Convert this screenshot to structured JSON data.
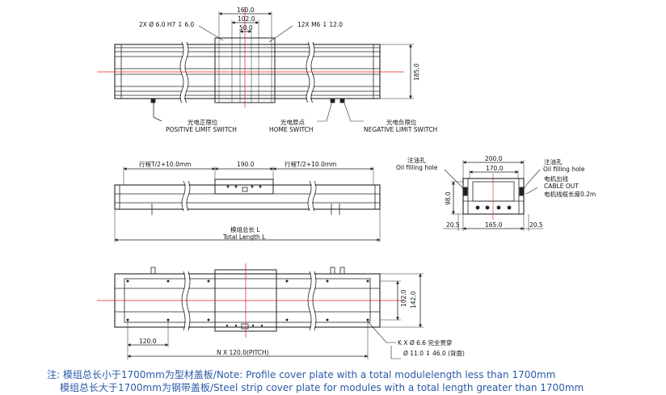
{
  "top_view": {
    "dim_160": "160.0",
    "dim_102": "102.0",
    "dim_50": "50.0",
    "dim_185": "185.0",
    "hole_callout_left": "2X Ø 6.0 H7 ↧ 6.0",
    "hole_callout_right": "12X M6 ↧ 12.0",
    "positive_limit_cn": "光电正限位",
    "positive_limit_en": "POSITIVE LIMIT SWITCH",
    "home_cn": "光电原点",
    "home_en": "HOME SWITCH",
    "negative_limit_cn": "光电负限位",
    "negative_limit_en": "NEGATIVE LIMIT SWITCH"
  },
  "side_view": {
    "stroke_left": "行程T/2+10.0mm",
    "dim_190": "190.0",
    "stroke_right": "行程T/2+10.0mm",
    "total_length_cn": "模组总长 L",
    "total_length_en": "Total Length L"
  },
  "end_view": {
    "oil_left_cn": "注油孔",
    "oil_left_en": "Oil filling hole",
    "dim_200": "200.0",
    "dim_170": "170.0",
    "oil_right_cn": "注油孔",
    "oil_right_en": "Oil filling hole",
    "cable_cn": "电机出线",
    "cable_en": "CABLE OUT",
    "cable_len": "电机线缆长度0.2m",
    "dim_98": "98.0",
    "dim_20_5_left": "20.5",
    "dim_165": "165.0",
    "dim_20_5_right": "20.5"
  },
  "bottom_view": {
    "dim_120": "120.0",
    "dim_pitch": "N X 120.0(PITCH)",
    "dim_102": "102.0",
    "dim_142": "142.0",
    "hole_callout_1": "K X Ø 6.6 完全贯穿",
    "hole_callout_2": "Ø 11.0 ↧ 46.0 (背面)"
  },
  "notes": {
    "line1": "注: 模组总长小于1700mm为型材盖板/Note: Profile cover plate with a total modulelength less than 1700mm",
    "line2": "模组总长大于1700mm为钢带盖板/Steel strip cover plate for modules with a total length greater than 1700mm"
  },
  "colors": {
    "line": "#222222",
    "center": "#e02020",
    "note": "#2a5aa8"
  }
}
